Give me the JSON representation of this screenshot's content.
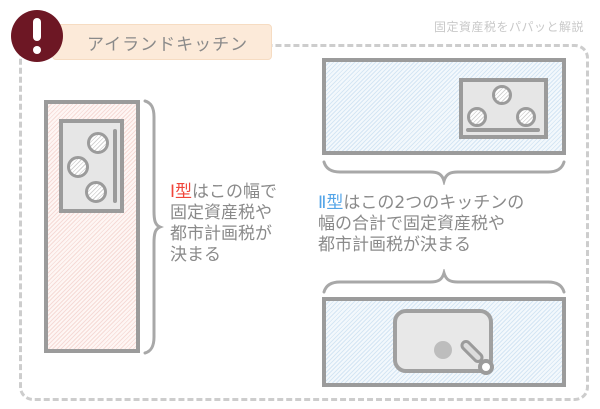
{
  "page": {
    "watermark": "固定資産税をパパッと解説"
  },
  "header": {
    "title": "アイランドキッチン",
    "icon": "exclamation-icon"
  },
  "i_type": {
    "term": "Ⅰ型",
    "line1_rest": "はこの幅で",
    "line2": "固定資産税や",
    "line3": "都市計画税が",
    "line4": "決まる"
  },
  "ii_type": {
    "term": "Ⅱ型",
    "line1_rest": "はこの2つのキッチンの",
    "line2": "幅の合計で固定資産税や",
    "line3": "都市計画税が決まる"
  },
  "colors": {
    "alert_maroon": "#6d1724",
    "header_bg": "#fcead9",
    "header_border": "#f6dcc2",
    "text_gray": "#8a8a8a",
    "outline_gray": "#9b9b9b",
    "dash_gray": "#cdcdcd",
    "watermark_gray": "#c9c9c9",
    "i_type_red": "#f0453a",
    "ii_type_blue": "#54a5e8",
    "pink_hatch_stripe": "#f6dbd7",
    "blue_hatch_stripe": "#d5e6f4"
  }
}
